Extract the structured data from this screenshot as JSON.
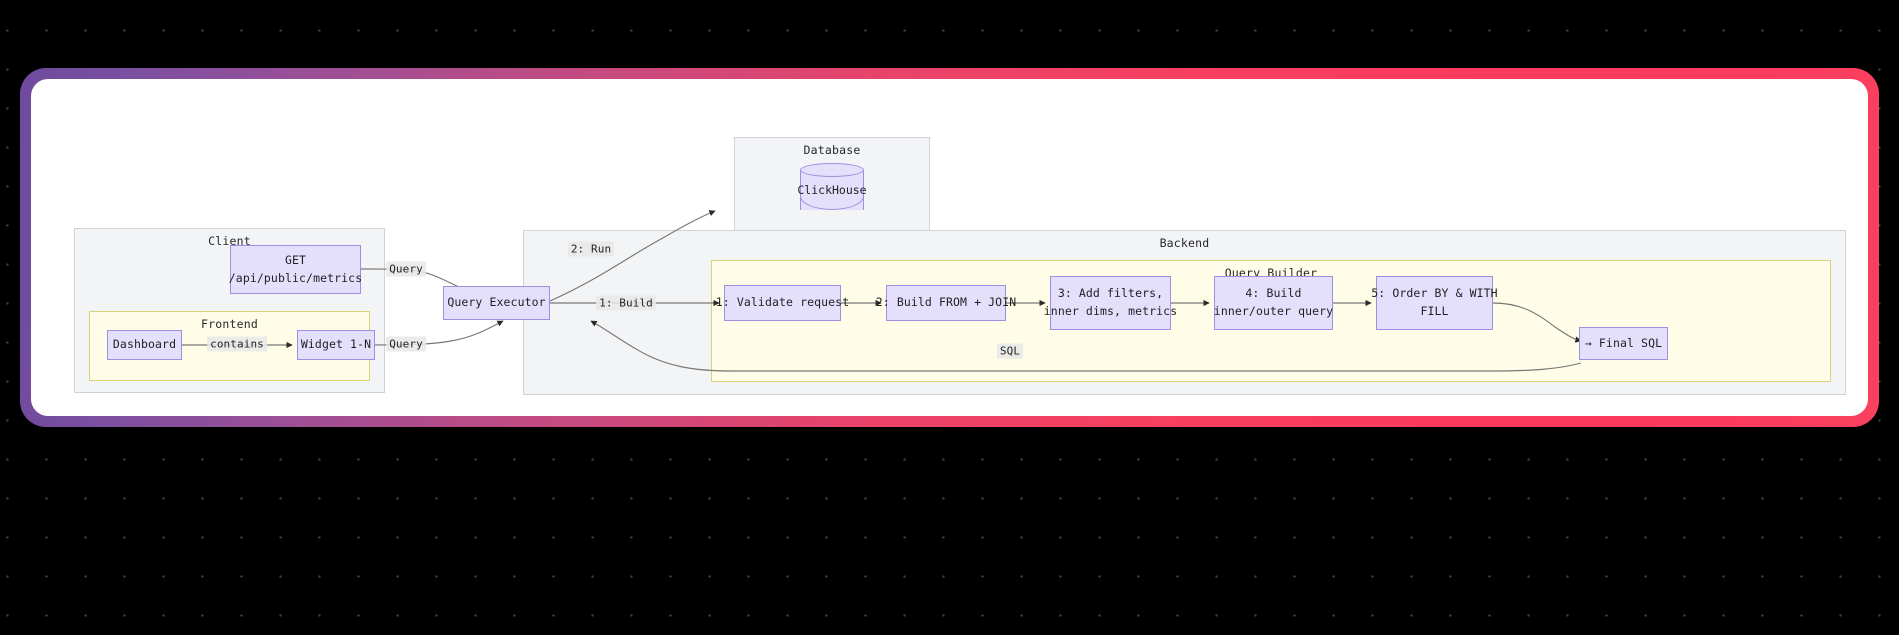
{
  "theme": {
    "page_background": "#000000",
    "dot_color": "#4d4d4d",
    "frame_gradient_start": "#6e4a9e",
    "frame_gradient_end": "#fa3a5c",
    "canvas_background": "#ffffff",
    "group_fill": "#f3f4f6",
    "group_border": "#d0d2d6",
    "subgroup_fill": "#fffde7",
    "subgroup_border": "#d9d47a",
    "node_fill": "#e4dffb",
    "node_border": "#9f8fe0",
    "edge_color": "#6b6b6b",
    "text_color": "#1f2024"
  },
  "diagram": {
    "type": "sequence-architecture-flow",
    "groups": [
      {
        "id": "client",
        "title": "Client"
      },
      {
        "id": "frontend",
        "title": "Frontend"
      },
      {
        "id": "database",
        "title": "Database"
      },
      {
        "id": "backend",
        "title": "Backend"
      },
      {
        "id": "query-builder",
        "title": "Query Builder"
      }
    ],
    "nodes": [
      {
        "id": "get-metrics",
        "lines": [
          "GET",
          "/api/public/metrics"
        ],
        "group": "client"
      },
      {
        "id": "dashboard",
        "lines": [
          "Dashboard"
        ],
        "group": "frontend"
      },
      {
        "id": "widget",
        "lines": [
          "Widget 1-N"
        ],
        "group": "frontend"
      },
      {
        "id": "clickhouse",
        "lines": [
          "ClickHouse"
        ],
        "group": "database",
        "shape": "cylinder"
      },
      {
        "id": "query-executor",
        "lines": [
          "Query Executor"
        ],
        "group": "backend"
      },
      {
        "id": "step-1",
        "lines": [
          "1: Validate request"
        ],
        "group": "query-builder"
      },
      {
        "id": "step-2",
        "lines": [
          "2: Build FROM + JOIN"
        ],
        "group": "query-builder"
      },
      {
        "id": "step-3",
        "lines": [
          "3: Add filters,",
          "inner dims, metrics"
        ],
        "group": "query-builder"
      },
      {
        "id": "step-4",
        "lines": [
          "4: Build",
          "inner/outer query"
        ],
        "group": "query-builder"
      },
      {
        "id": "step-5",
        "lines": [
          "5: Order BY & WITH",
          "FILL"
        ],
        "group": "query-builder"
      },
      {
        "id": "final-sql",
        "lines": [
          "→ Final SQL"
        ],
        "group": "query-builder"
      }
    ],
    "edges": [
      {
        "id": "e-contains",
        "from": "dashboard",
        "to": "widget",
        "label": "contains"
      },
      {
        "id": "e-query-top",
        "from": "get-metrics",
        "to": "query-executor",
        "label": "Query"
      },
      {
        "id": "e-query-bot",
        "from": "widget",
        "to": "query-executor",
        "label": "Query"
      },
      {
        "id": "e-run",
        "from": "query-executor",
        "to": "clickhouse",
        "label": "2: Run"
      },
      {
        "id": "e-build",
        "from": "query-executor",
        "to": "step-1",
        "label": "1: Build"
      },
      {
        "id": "e-1-2",
        "from": "step-1",
        "to": "step-2",
        "label": ""
      },
      {
        "id": "e-2-3",
        "from": "step-2",
        "to": "step-3",
        "label": ""
      },
      {
        "id": "e-3-4",
        "from": "step-3",
        "to": "step-4",
        "label": ""
      },
      {
        "id": "e-4-5",
        "from": "step-4",
        "to": "step-5",
        "label": ""
      },
      {
        "id": "e-5-final",
        "from": "step-5",
        "to": "final-sql",
        "label": ""
      },
      {
        "id": "e-sql-back",
        "from": "final-sql",
        "to": "query-executor",
        "label": "SQL"
      }
    ]
  }
}
